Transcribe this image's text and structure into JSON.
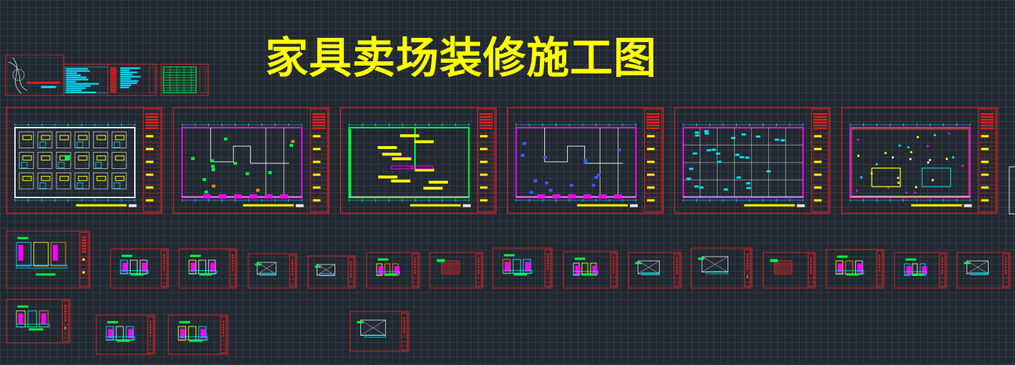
{
  "drawing": {
    "title": "家具卖场装修施工图",
    "colors": {
      "background": "#212830",
      "frame": "#e02020",
      "title_text": "#ffff00",
      "cyan": "#00e5ff",
      "magenta": "#ff00ff",
      "green": "#00ff40",
      "yellow": "#ffff00",
      "white": "#e8e8e8",
      "blue": "#3060ff",
      "orange": "#ff8000"
    },
    "cover_sheets": [
      {
        "name": "cover-sheet",
        "kind": "cover"
      },
      {
        "name": "drawing-index-sheet",
        "kind": "index"
      },
      {
        "name": "material-schedule-sheet",
        "kind": "schedule"
      }
    ],
    "plan_sheets": [
      {
        "name": "furniture-layout-plan",
        "kind": "furniture"
      },
      {
        "name": "wall-layout-plan",
        "kind": "walls"
      },
      {
        "name": "partition-plan",
        "kind": "partition"
      },
      {
        "name": "floor-finish-plan",
        "kind": "floor"
      },
      {
        "name": "ceiling-plan",
        "kind": "ceiling"
      },
      {
        "name": "lighting-plan",
        "kind": "lighting"
      }
    ],
    "detail_sheets": [
      {
        "name": "detail-sheet-1",
        "kind": "elev"
      },
      {
        "name": "detail-sheet-2",
        "kind": "elev"
      },
      {
        "name": "detail-sheet-3",
        "kind": "elev"
      },
      {
        "name": "detail-sheet-4",
        "kind": "section"
      },
      {
        "name": "detail-sheet-5",
        "kind": "section"
      },
      {
        "name": "detail-sheet-6",
        "kind": "elev"
      },
      {
        "name": "detail-sheet-7",
        "kind": "red"
      },
      {
        "name": "detail-sheet-8",
        "kind": "elev"
      },
      {
        "name": "detail-sheet-9",
        "kind": "elev"
      },
      {
        "name": "detail-sheet-10",
        "kind": "section"
      },
      {
        "name": "detail-sheet-11",
        "kind": "section"
      },
      {
        "name": "detail-sheet-12",
        "kind": "red"
      },
      {
        "name": "detail-sheet-13",
        "kind": "elev"
      },
      {
        "name": "detail-sheet-14",
        "kind": "elev"
      },
      {
        "name": "detail-sheet-15",
        "kind": "section"
      },
      {
        "name": "detail-sheet-16",
        "kind": "elev"
      },
      {
        "name": "detail-sheet-17",
        "kind": "elev"
      },
      {
        "name": "detail-sheet-18",
        "kind": "elev"
      },
      {
        "name": "detail-sheet-19",
        "kind": "section"
      }
    ]
  }
}
